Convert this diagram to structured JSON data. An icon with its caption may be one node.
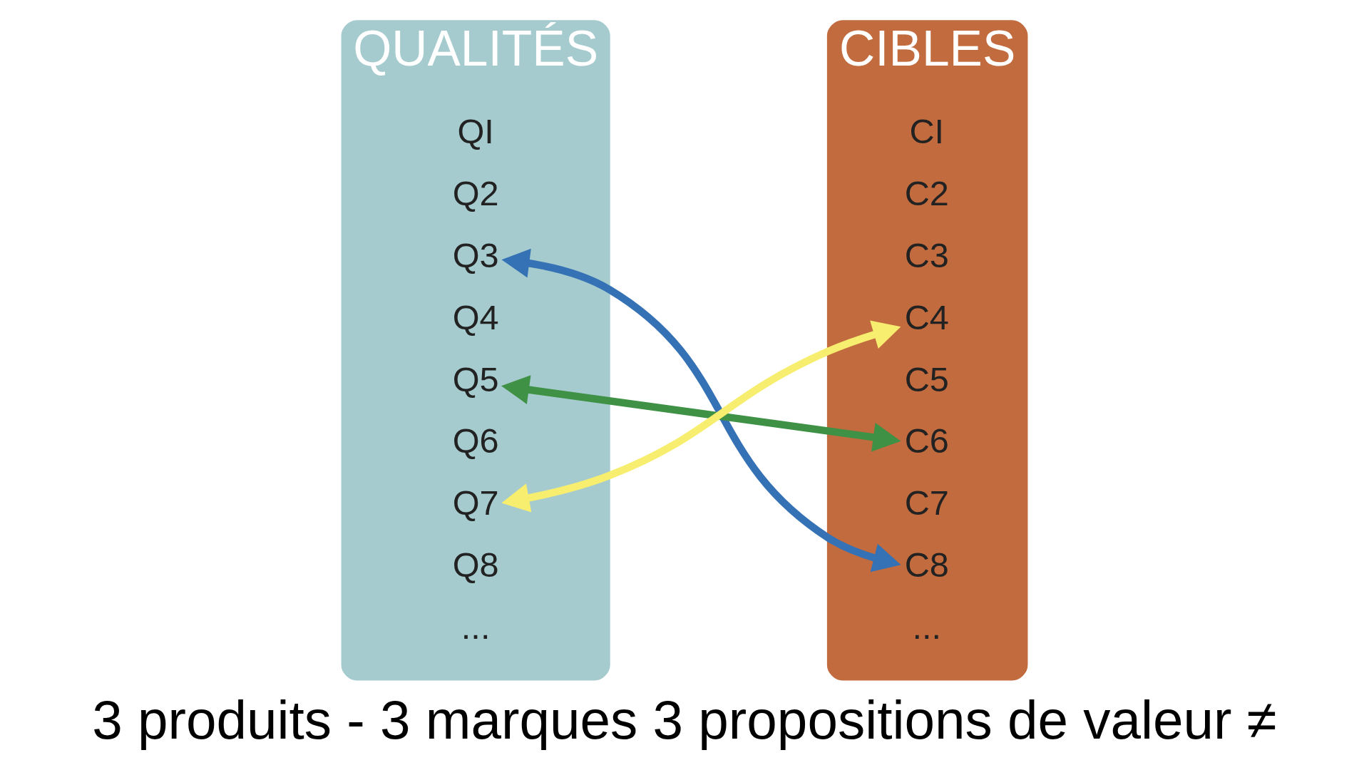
{
  "diagram": {
    "caption": "3 produits - 3 marques 3 propositions de valeur ≠",
    "nodes": [
      {
        "text": [
          "QUALITÉS"
        ]
      },
      {
        "text": [
          "QI"
        ],
        "in": 0
      },
      {
        "text": [
          "Q2"
        ],
        "in": 0
      },
      {
        "text": [
          "Q3"
        ],
        "in": 0
      },
      {
        "text": [
          "Q4"
        ],
        "in": 0
      },
      {
        "text": [
          "Q5"
        ],
        "in": 0
      },
      {
        "text": [
          "Q6"
        ],
        "in": 0
      },
      {
        "text": [
          "Q7"
        ],
        "in": 0
      },
      {
        "text": [
          "Q8"
        ],
        "in": 0
      },
      {
        "text": [
          "..."
        ],
        "in": 0
      },
      {
        "text": [
          "CIBLES"
        ]
      },
      {
        "text": [
          "CI"
        ],
        "in": 10
      },
      {
        "text": [
          "C2"
        ],
        "in": 10
      },
      {
        "text": [
          "C3"
        ],
        "in": 10
      },
      {
        "text": [
          "C4"
        ],
        "in": 10
      },
      {
        "text": [
          "C5"
        ],
        "in": 10
      },
      {
        "text": [
          "C6"
        ],
        "in": 10
      },
      {
        "text": [
          "C7"
        ],
        "in": 10
      },
      {
        "text": [
          "C8"
        ],
        "in": 10
      },
      {
        "text": [
          "..."
        ],
        "in": 10
      }
    ],
    "edges": [
      {
        "from": 3,
        "to": 18,
        "arrow": "both",
        "color": "#3572b5"
      },
      {
        "from": 5,
        "to": 16,
        "arrow": "both",
        "color": "#3f9146"
      },
      {
        "from": 7,
        "to": 14,
        "arrow": "both",
        "color": "#f7ee6f"
      }
    ]
  }
}
